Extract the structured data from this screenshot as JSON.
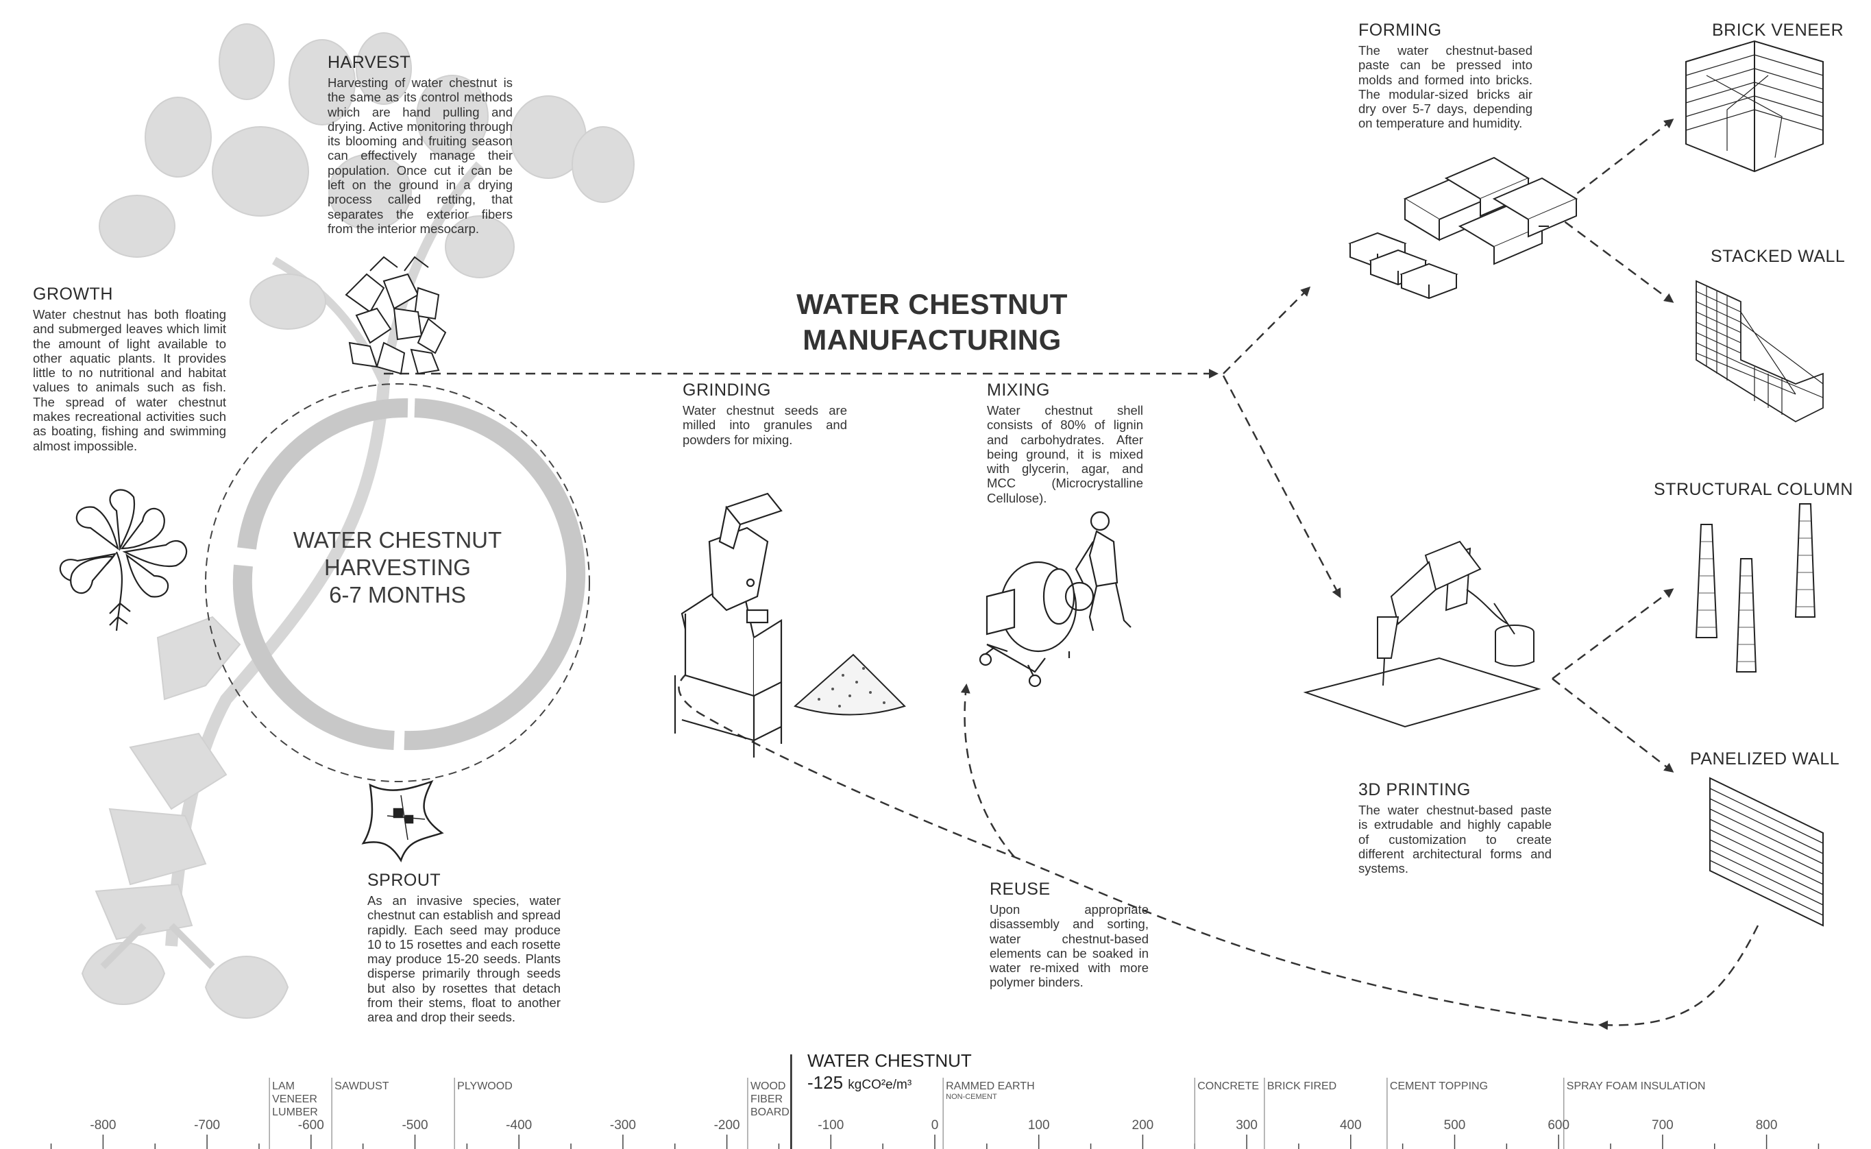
{
  "title": {
    "line1": "WATER CHESTNUT",
    "line2": "MANUFACTURING"
  },
  "cycle": {
    "line1": "WATER CHESTNUT",
    "line2": "HARVESTING",
    "line3": "6-7 MONTHS"
  },
  "sections": {
    "harvest": {
      "title": "HARVEST",
      "text": "Harvesting of water chestnut is the same as its control methods which are hand pulling and drying. Active monitoring through its blooming and fruiting season can effectively manage their population. Once cut it can be left on the ground in a drying process called retting, that separates the exterior fibers from the interior mesocarp."
    },
    "growth": {
      "title": "GROWTH",
      "text": "Water chestnut has both floating and submerged leaves which limit the amount of light available to other aquatic plants. It provides little to no nutritional and habitat values to animals such as fish. The spread of water chestnut makes recreational activities such as boating, fishing and swimming almost impossible."
    },
    "sprout": {
      "title": "SPROUT",
      "text": "As an invasive species, water chestnut can establish and spread rapidly. Each seed may produce 10 to 15 rosettes and each rosette may produce 15-20 seeds. Plants disperse primarily through seeds but also by rosettes that detach from their stems, float to another area and drop their seeds."
    },
    "grinding": {
      "title": "GRINDING",
      "text": "Water chestnut seeds are milled into granules and powders for mixing."
    },
    "mixing": {
      "title": "MIXING",
      "text": "Water chestnut shell consists of 80% of lignin and carbohydrates. After being ground, it is mixed with glycerin, agar, and MCC (Microcrystalline Cellulose)."
    },
    "forming": {
      "title": "FORMING",
      "text": "The water chestnut-based paste can be pressed into molds and formed into bricks. The modular-sized bricks air dry over 5-7 days, depending on temperature and humidity."
    },
    "printing": {
      "title": "3D PRINTING",
      "text": "The water chestnut-based paste is extrudable and highly capable of customization to create different architectural forms and systems."
    },
    "reuse": {
      "title": "REUSE",
      "text": "Upon appropriate disassembly and sorting, water chestnut-based elements can be soaked in water re-mixed with more polymer binders."
    }
  },
  "products": {
    "brick_veneer": "BRICK VENEER",
    "stacked_wall": "STACKED WALL",
    "structural_column": "STRUCTURAL COLUMN",
    "panelized_wall": "PANELIZED WALL"
  },
  "scale": {
    "min": -850,
    "max": 850,
    "ticks": [
      "-800",
      "-700",
      "-600",
      "-500",
      "-400",
      "-300",
      "-200",
      "-100",
      "0",
      "100",
      "200",
      "300",
      "400",
      "500",
      "600",
      "700",
      "800"
    ],
    "highlight": {
      "label": "WATER CHESTNUT",
      "value": -125,
      "value_text": "-125",
      "unit": "kgCO²e/m³"
    },
    "materials": [
      {
        "name": "LAM VENEER LUMBER",
        "lines": [
          "LAM",
          "VENEER",
          "LUMBER"
        ],
        "value": -640
      },
      {
        "name": "SAWDUST",
        "lines": [
          "SAWDUST"
        ],
        "value": -580
      },
      {
        "name": "PLYWOOD",
        "lines": [
          "PLYWOOD"
        ],
        "value": -462
      },
      {
        "name": "WOOD FIBER BOARD",
        "lines": [
          "WOOD",
          "FIBER",
          "BOARD"
        ],
        "value": -180
      },
      {
        "name": "RAMMED EARTH",
        "lines": [
          "RAMMED EARTH"
        ],
        "sub": "NON-CEMENT",
        "value": 8
      },
      {
        "name": "CONCRETE",
        "lines": [
          "CONCRETE"
        ],
        "value": 250
      },
      {
        "name": "BRICK FIRED",
        "lines": [
          "BRICK FIRED"
        ],
        "value": 317
      },
      {
        "name": "CEMENT TOPPING",
        "lines": [
          "CEMENT TOPPING"
        ],
        "value": 435
      },
      {
        "name": "SPRAY FOAM INSULATION",
        "lines": [
          "SPRAY FOAM INSULATION"
        ],
        "value": 605
      }
    ]
  },
  "colors": {
    "text": "#2a2a2a",
    "cycle_ring": "#c8c8c8",
    "plant": "#d9d9d9",
    "line": "#333333",
    "accent_gray": "#bdbdbd"
  }
}
